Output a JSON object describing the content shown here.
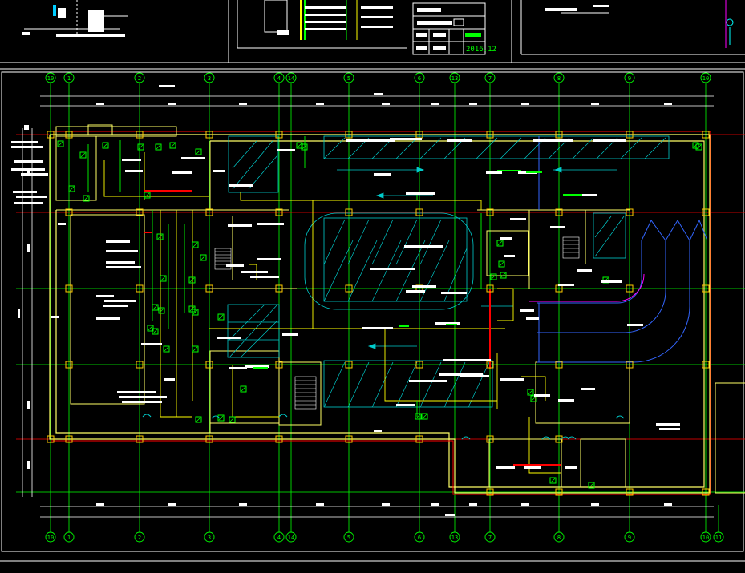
{
  "title_block": {
    "date_value": "2016.12"
  },
  "grid": {
    "top_labels": [
      "10",
      "1",
      "2",
      "3",
      "4",
      "14",
      "5",
      "6",
      "13",
      "7",
      "8",
      "9",
      "10"
    ],
    "bottom_labels": [
      "10",
      "1",
      "2",
      "3",
      "4",
      "14",
      "5",
      "6",
      "13",
      "7",
      "8",
      "9",
      "10",
      "11"
    ]
  },
  "colors": {
    "background": "#000000",
    "wall": "#ffff66",
    "grid_line": "#00ff00",
    "red_line": "#ff0000",
    "cyan_line": "#00cccc",
    "blue_line": "#3366ff",
    "magenta_line": "#ff00ff",
    "white_text": "#ffffff"
  }
}
